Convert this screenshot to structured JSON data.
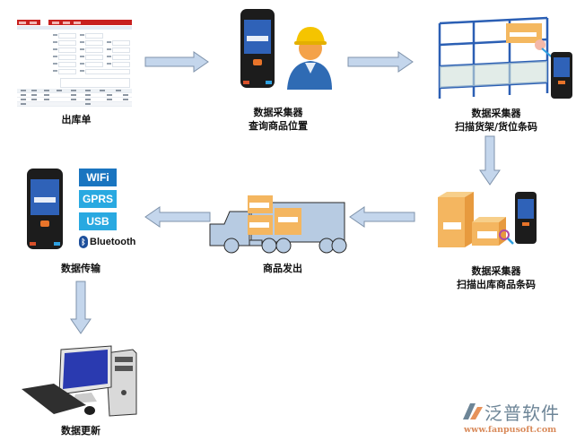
{
  "diagram": {
    "title": "",
    "nodes": [
      {
        "id": "delivery-order",
        "label": "出库单",
        "icon": "form-screenshot-icon"
      },
      {
        "id": "query-location",
        "label": [
          "数据采集器",
          "查询商品位置"
        ],
        "icon": "handheld-terminal-and-worker-icon"
      },
      {
        "id": "scan-shelf",
        "label": [
          "数据采集器",
          "扫描货架/货位条码"
        ],
        "icon": "warehouse-shelf-scanner-icon"
      },
      {
        "id": "scan-goods",
        "label": [
          "数据采集器",
          "扫描出库商品条码"
        ],
        "icon": "boxes-scanner-icon"
      },
      {
        "id": "ship-goods",
        "label": "商品发出",
        "icon": "truck-icon"
      },
      {
        "id": "data-transfer",
        "label": "数据传输",
        "icon": "handheld-terminal-icon"
      },
      {
        "id": "data-update",
        "label": "数据更新",
        "icon": "desktop-computer-icon"
      }
    ],
    "edges": [
      {
        "from": "delivery-order",
        "to": "query-location"
      },
      {
        "from": "query-location",
        "to": "scan-shelf"
      },
      {
        "from": "scan-shelf",
        "to": "scan-goods"
      },
      {
        "from": "scan-goods",
        "to": "ship-goods"
      },
      {
        "from": "ship-goods",
        "to": "data-transfer"
      },
      {
        "from": "data-transfer",
        "to": "data-update"
      }
    ],
    "connectivity": [
      "WIFI",
      "GPRS",
      "USB",
      "Bluetooth"
    ]
  },
  "labels": {
    "order": "出库单",
    "query_line1": "数据采集器",
    "query_line2": "查询商品位置",
    "shelf_line1": "数据采集器",
    "shelf_line2": "扫描货架/货位条码",
    "goods_line1": "数据采集器",
    "goods_line2": "扫描出库商品条码",
    "ship": "商品发出",
    "transfer": "数据传输",
    "update": "数据更新"
  },
  "badges": {
    "wifi": "WIFi",
    "gprs": "GPRS",
    "usb": "USB",
    "bluetooth": "Bluetooth"
  },
  "logo": {
    "name": "泛普软件",
    "url": "www.fanpusoft.com"
  },
  "colors": {
    "arrow_fill": "#c4d6ec",
    "arrow_stroke": "#7f93ab",
    "badge_blue": "#29a9e1",
    "form_header_red": "#c8201e",
    "logo_grey": "#6d8597",
    "logo_orange": "#d98a5a"
  }
}
